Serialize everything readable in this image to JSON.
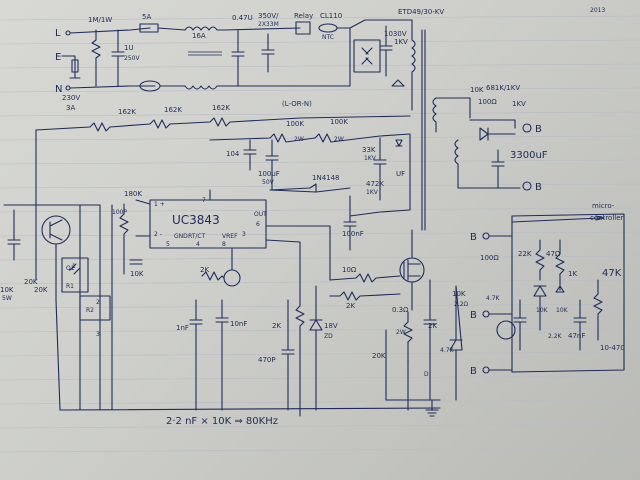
{
  "page": {
    "corner_mark": "2013"
  },
  "input": {
    "terminals": [
      "L",
      "E",
      "N"
    ],
    "rating": [
      "230V",
      "3A"
    ],
    "components": [
      "1M/1W",
      "5A",
      "1U",
      "250V",
      "16A",
      "0.47U",
      "350V/",
      "2X33M",
      "Relay",
      "CL110",
      "NTC",
      "1030V",
      "1KV"
    ]
  },
  "transformer": {
    "top_label": "ETD49/30-KV",
    "secondary_cap": "3300uF",
    "resistors": [
      "10K",
      "681K/1KV",
      "100Ω",
      "1KV"
    ],
    "terminals": [
      "B",
      "B"
    ]
  },
  "feedback_chain": [
    "162K",
    "162K",
    "162K"
  ],
  "bleed_label": "(L-OR-N)",
  "snubber": [
    "100K",
    "2W",
    "100K",
    "2W",
    "104",
    "100uF",
    "50V",
    "1N4148",
    "33K",
    "1KV",
    "472K",
    "1KV",
    "UF"
  ],
  "controller": {
    "chip": "UC3843",
    "pins": [
      "1 +",
      "7",
      "2 -",
      "5",
      "8",
      "6",
      "4",
      "3",
      "OUT",
      "GND",
      "RT/CT",
      "VREF"
    ],
    "nearby": [
      "180K",
      "100P",
      "10K",
      "2K",
      "1nF",
      "10nF",
      "470P",
      "2K",
      "18V",
      "ZD",
      "100nF"
    ]
  },
  "left_section": {
    "labels": [
      "10K",
      "20K",
      "20K",
      "5W",
      "Q1",
      "R1",
      "R2",
      "1",
      "2",
      "3"
    ]
  },
  "mosfet_section": {
    "labels": [
      "10Ω",
      "2K",
      "0.3Ω",
      "2W",
      "2K",
      "10K",
      "2.2Ω",
      "20K",
      "4.7K",
      "D"
    ]
  },
  "micro_section": {
    "title": [
      "micro-",
      "controller"
    ],
    "labels": [
      "B",
      "B",
      "B",
      "100Ω",
      "22K",
      "47Ω",
      "1K",
      "47K",
      "10K",
      "4.7K",
      "47nF",
      "10K",
      "2.2K",
      "10-470"
    ]
  },
  "formula": "2·2 nF × 10K ⇒ 80KHz"
}
